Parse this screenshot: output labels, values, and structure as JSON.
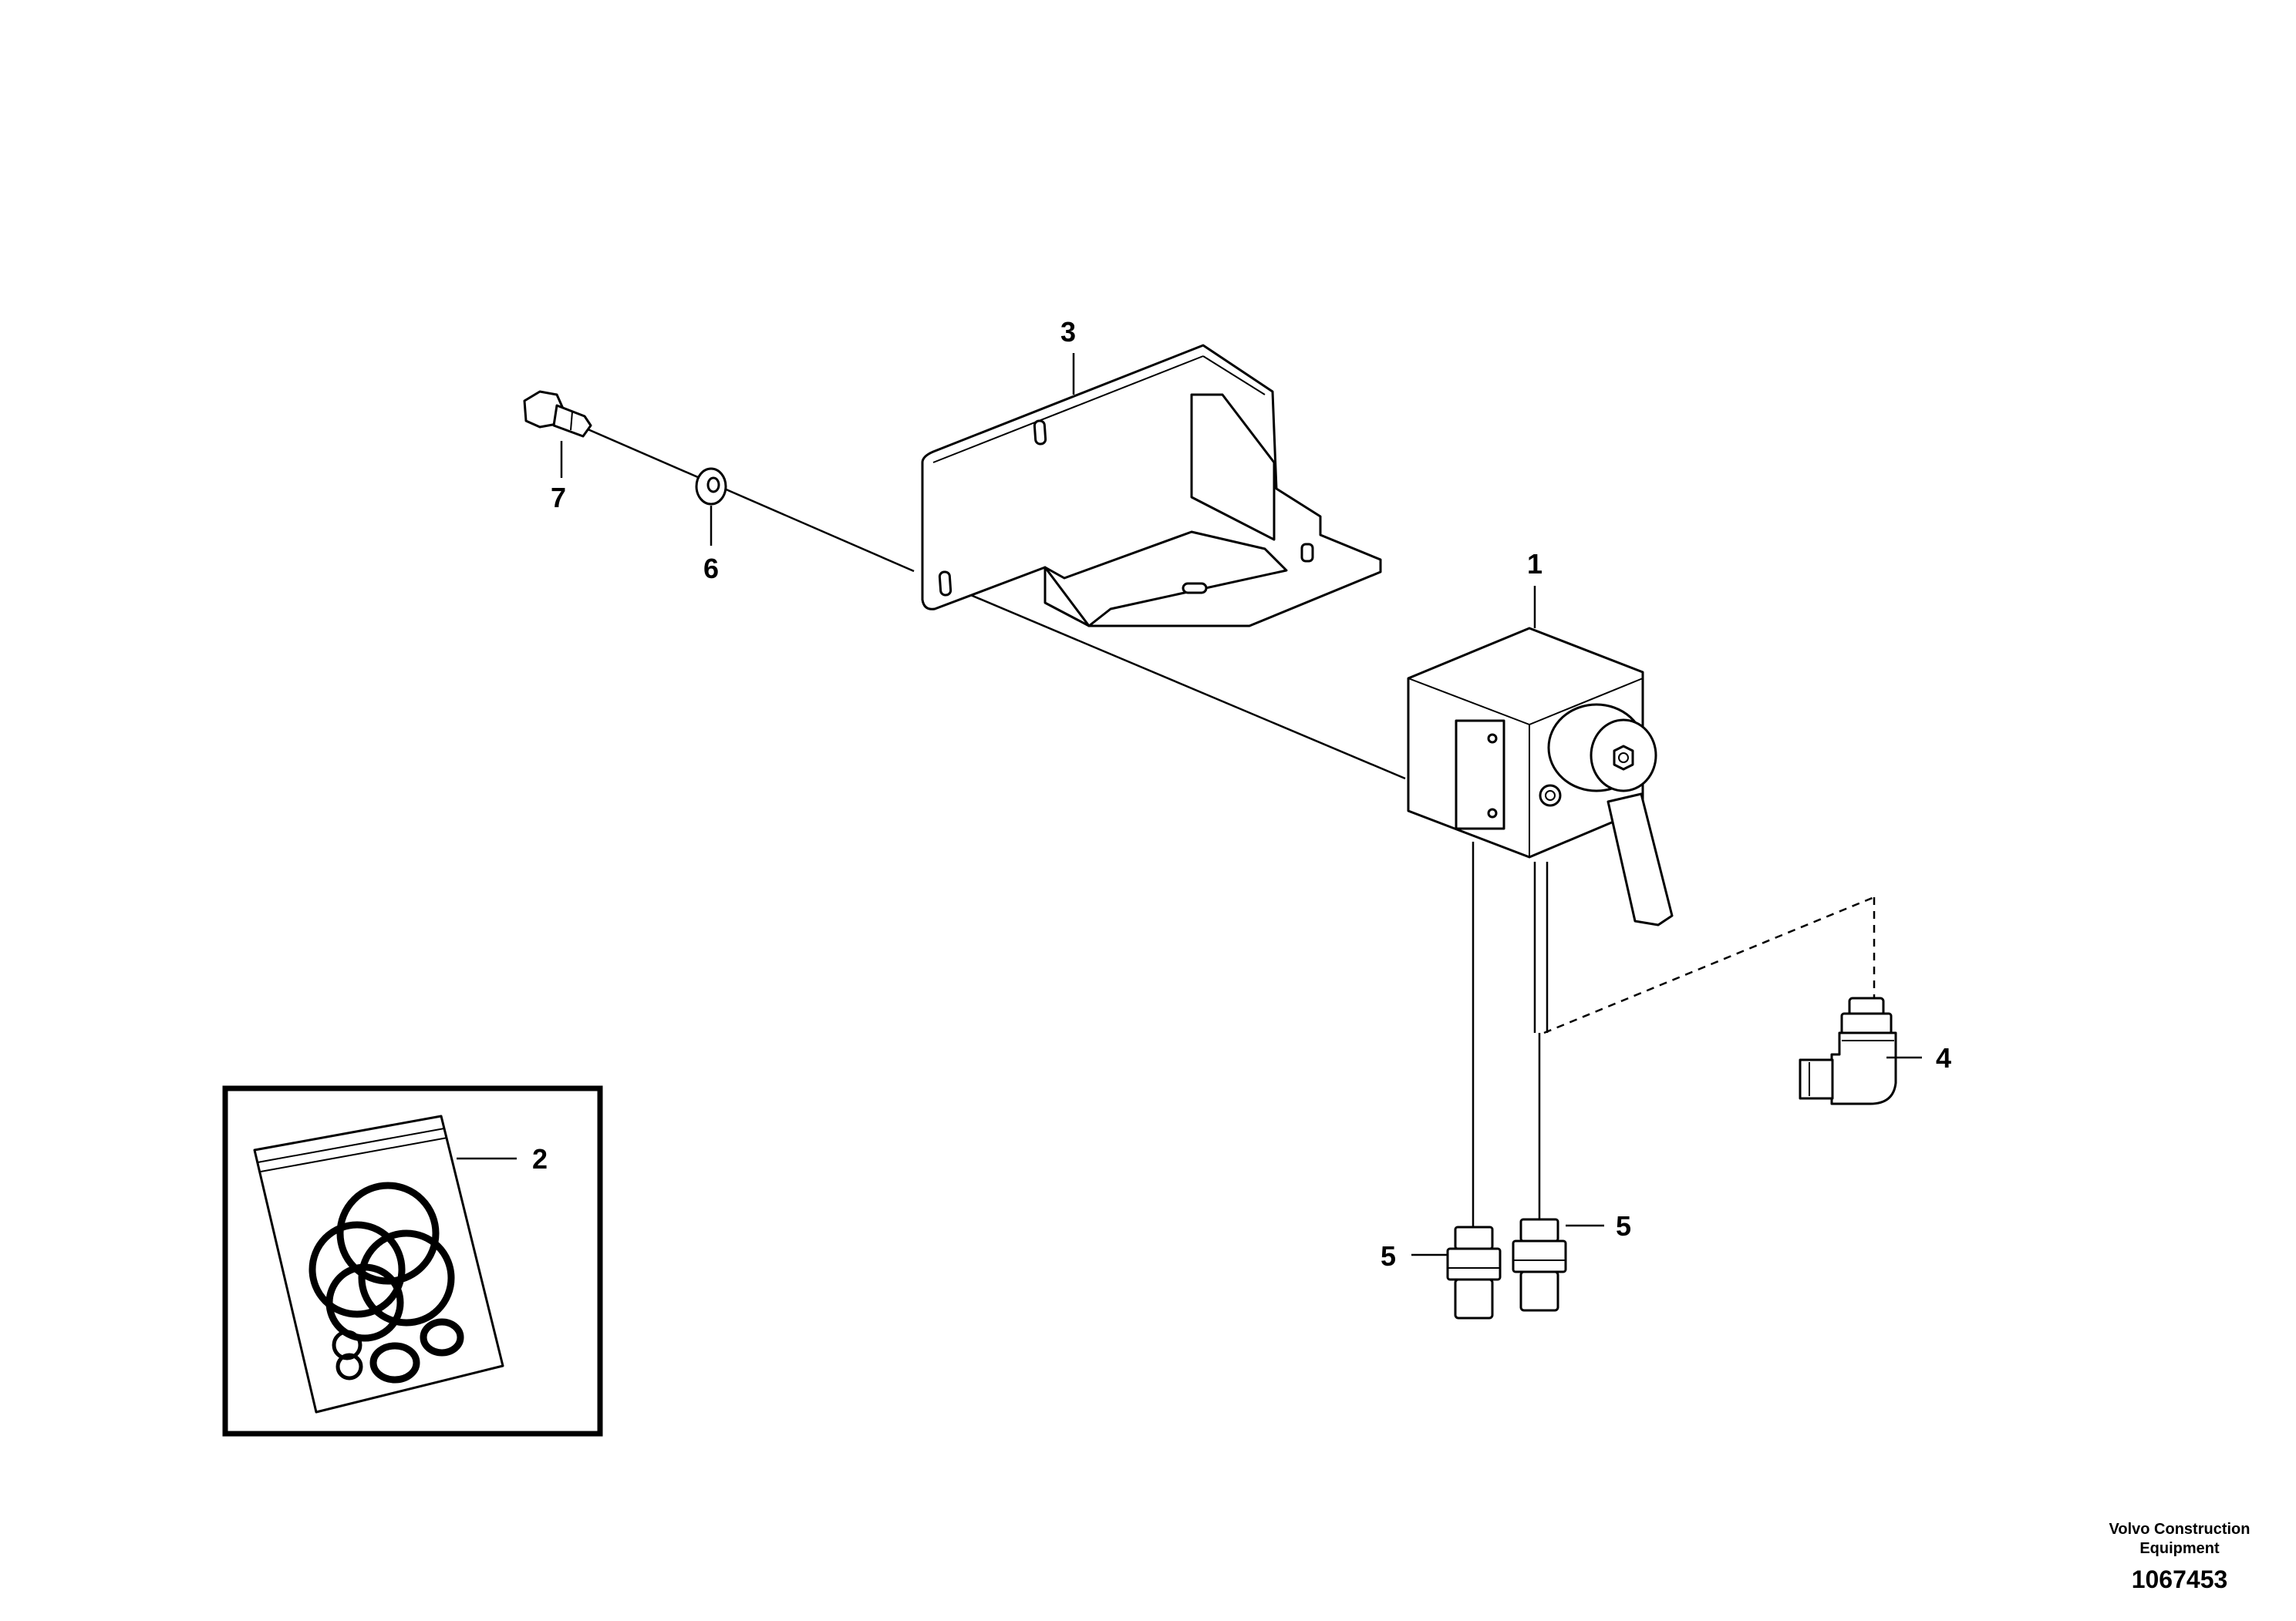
{
  "callouts": {
    "c1": "1",
    "c2": "2",
    "c3": "3",
    "c4": "4",
    "c5a": "5",
    "c5b": "5",
    "c6": "6",
    "c7": "7"
  },
  "footer": {
    "brand_line1": "Volvo Construction",
    "brand_line2": "Equipment",
    "drawing_number": "1067453"
  }
}
